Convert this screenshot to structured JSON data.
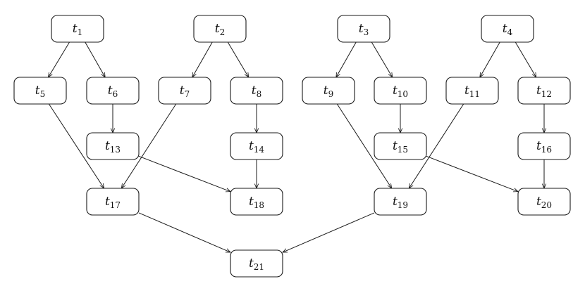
{
  "diagram": {
    "type": "directed-task-graph",
    "colors": {
      "stroke": "#1a1a1a",
      "fill": "#ffffff",
      "text": "#111111"
    },
    "nodes": [
      {
        "id": "t1",
        "base": "t",
        "sub": "1"
      },
      {
        "id": "t2",
        "base": "t",
        "sub": "2"
      },
      {
        "id": "t3",
        "base": "t",
        "sub": "3"
      },
      {
        "id": "t4",
        "base": "t",
        "sub": "4"
      },
      {
        "id": "t5",
        "base": "t",
        "sub": "5"
      },
      {
        "id": "t6",
        "base": "t",
        "sub": "6"
      },
      {
        "id": "t7",
        "base": "t",
        "sub": "7"
      },
      {
        "id": "t8",
        "base": "t",
        "sub": "8"
      },
      {
        "id": "t9",
        "base": "t",
        "sub": "9"
      },
      {
        "id": "t10",
        "base": "t",
        "sub": "10"
      },
      {
        "id": "t11",
        "base": "t",
        "sub": "11"
      },
      {
        "id": "t12",
        "base": "t",
        "sub": "12"
      },
      {
        "id": "t13",
        "base": "t",
        "sub": "13"
      },
      {
        "id": "t14",
        "base": "t",
        "sub": "14"
      },
      {
        "id": "t15",
        "base": "t",
        "sub": "15"
      },
      {
        "id": "t16",
        "base": "t",
        "sub": "16"
      },
      {
        "id": "t17",
        "base": "t",
        "sub": "17"
      },
      {
        "id": "t18",
        "base": "t",
        "sub": "18"
      },
      {
        "id": "t19",
        "base": "t",
        "sub": "19"
      },
      {
        "id": "t20",
        "base": "t",
        "sub": "20"
      },
      {
        "id": "t21",
        "base": "t",
        "sub": "21"
      }
    ],
    "edges": [
      [
        "t1",
        "t5"
      ],
      [
        "t1",
        "t6"
      ],
      [
        "t2",
        "t7"
      ],
      [
        "t2",
        "t8"
      ],
      [
        "t3",
        "t9"
      ],
      [
        "t3",
        "t10"
      ],
      [
        "t4",
        "t11"
      ],
      [
        "t4",
        "t12"
      ],
      [
        "t6",
        "t13"
      ],
      [
        "t8",
        "t14"
      ],
      [
        "t10",
        "t15"
      ],
      [
        "t12",
        "t16"
      ],
      [
        "t5",
        "t17"
      ],
      [
        "t7",
        "t17"
      ],
      [
        "t13",
        "t18"
      ],
      [
        "t14",
        "t18"
      ],
      [
        "t9",
        "t19"
      ],
      [
        "t11",
        "t19"
      ],
      [
        "t15",
        "t20"
      ],
      [
        "t16",
        "t20"
      ],
      [
        "t17",
        "t21"
      ],
      [
        "t19",
        "t21"
      ]
    ]
  }
}
